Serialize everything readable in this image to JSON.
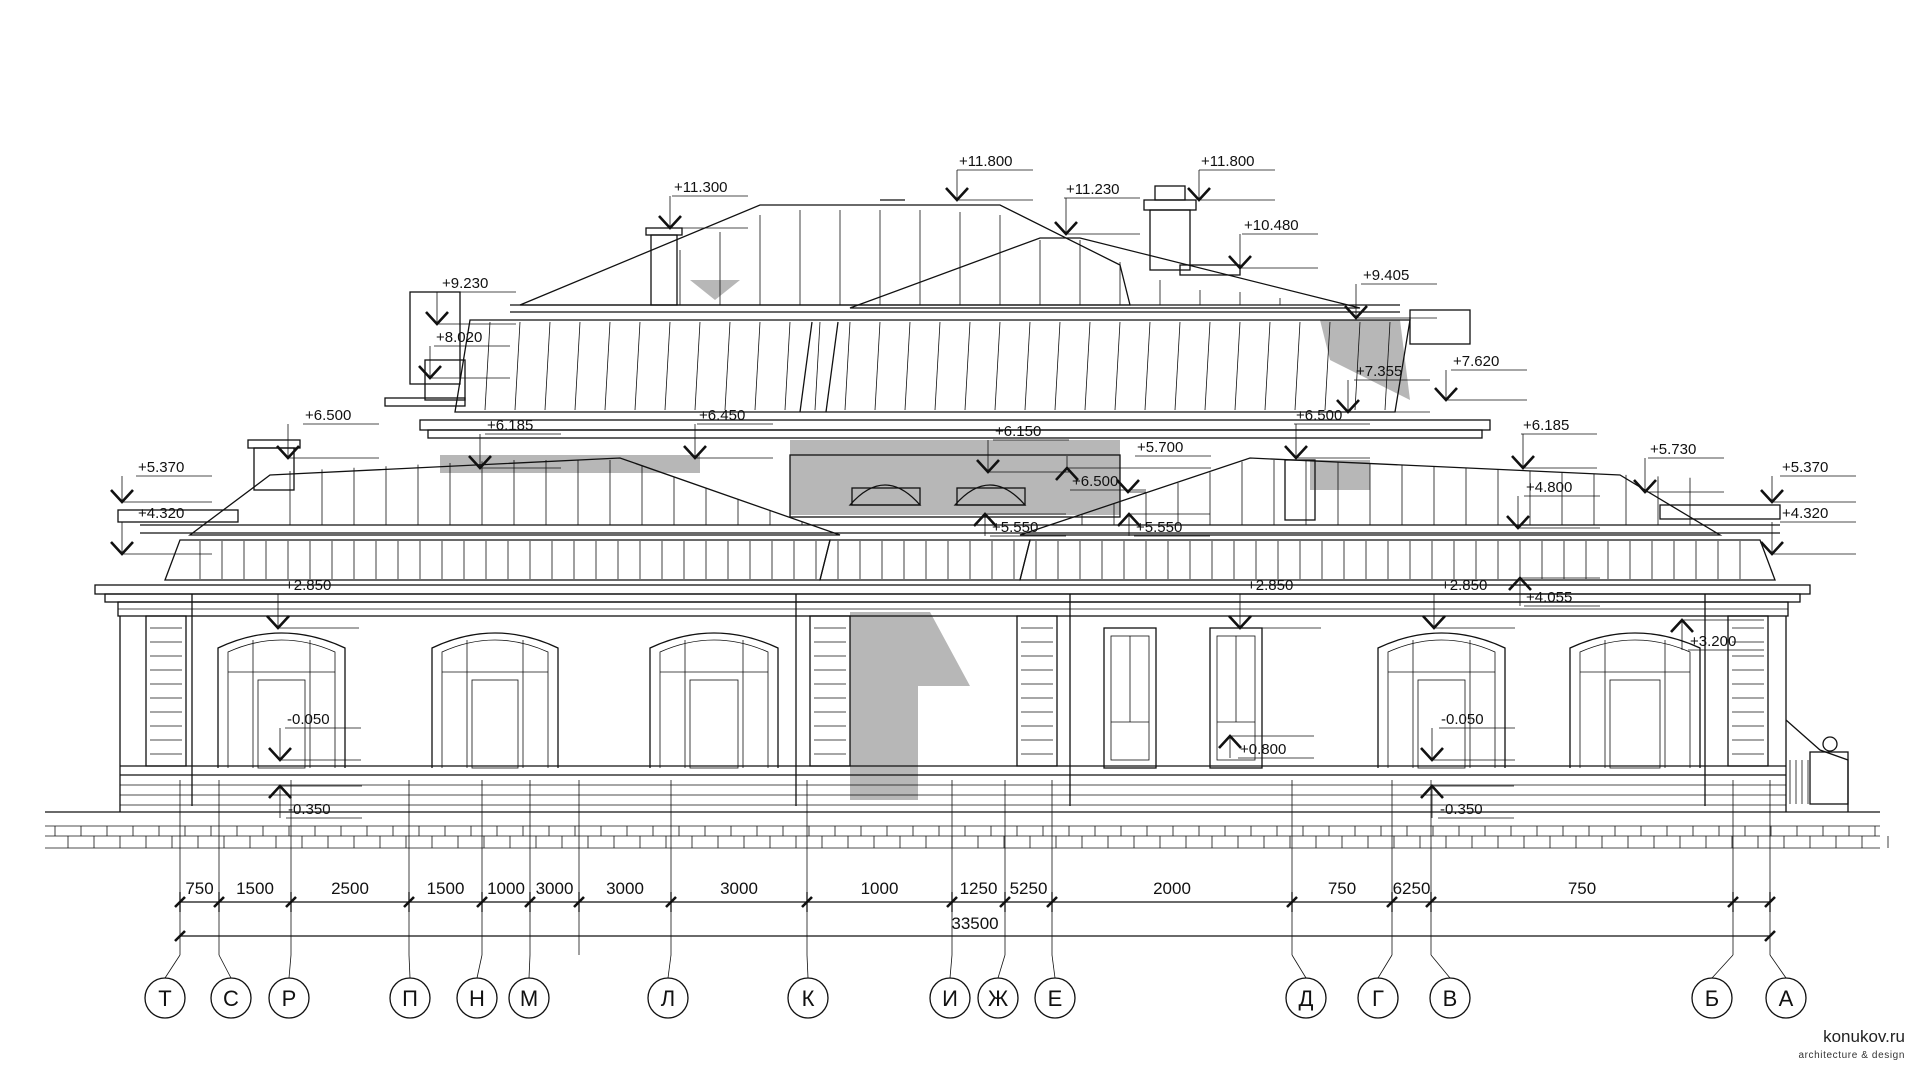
{
  "elevation_marks": [
    {
      "text": "+11.800"
    },
    {
      "text": "+11.800"
    },
    {
      "text": "+11.300"
    },
    {
      "text": "+11.230"
    },
    {
      "text": "+10.480"
    },
    {
      "text": "+9.230"
    },
    {
      "text": "+9.405"
    },
    {
      "text": "+8.020"
    },
    {
      "text": "+7.355"
    },
    {
      "text": "+7.620"
    },
    {
      "text": "+6.500"
    },
    {
      "text": "+6.185"
    },
    {
      "text": "+6.450"
    },
    {
      "text": "+6.150"
    },
    {
      "text": "+6.500"
    },
    {
      "text": "+5.700"
    },
    {
      "text": "+6.500"
    },
    {
      "text": "+6.185"
    },
    {
      "text": "+5.730"
    },
    {
      "text": "+5.370"
    },
    {
      "text": "+5.370"
    },
    {
      "text": "+4.320"
    },
    {
      "text": "+4.320"
    },
    {
      "text": "+4.800"
    },
    {
      "text": "+5.550"
    },
    {
      "text": "+5.550"
    },
    {
      "text": "+2.850"
    },
    {
      "text": "+2.850"
    },
    {
      "text": "+2.850"
    },
    {
      "text": "+4.055"
    },
    {
      "text": "+3.200"
    },
    {
      "text": "-0.050"
    },
    {
      "text": "-0.050"
    },
    {
      "text": "+0.800"
    },
    {
      "text": "-0.350"
    },
    {
      "text": "-0.350"
    }
  ],
  "dimensions": {
    "segments": [
      "750",
      "1500",
      "2500",
      "1500",
      "1000",
      "3000",
      "3000",
      "3000",
      "1000",
      "1250",
      "5250",
      "2000",
      "750",
      "6250",
      "750"
    ],
    "total": "33500"
  },
  "axes": [
    "Т",
    "С",
    "Р",
    "П",
    "Н",
    "М",
    "Л",
    "К",
    "И",
    "Ж",
    "Е",
    "Д",
    "Г",
    "В",
    "Б",
    "А"
  ],
  "branding": {
    "site": "konukov.ru",
    "tagline": "architecture & design"
  }
}
